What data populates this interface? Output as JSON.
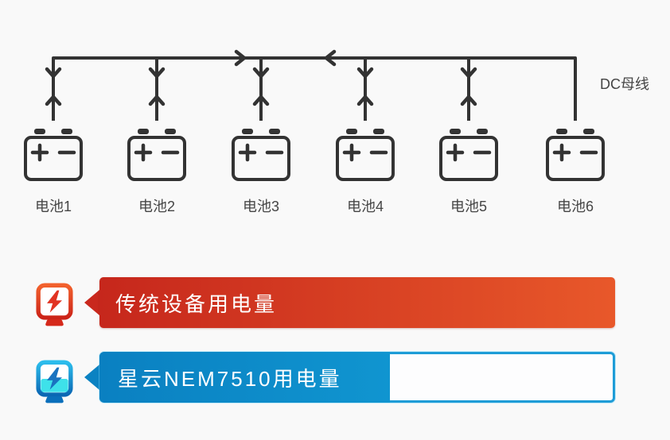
{
  "page": {
    "background": "#f9f9f9"
  },
  "diagram": {
    "bus_label": "DC母线",
    "line_color": "#333333",
    "batteries": [
      {
        "label": "电池1"
      },
      {
        "label": "电池2"
      },
      {
        "label": "电池3"
      },
      {
        "label": "电池4"
      },
      {
        "label": "电池5"
      },
      {
        "label": "电池6"
      }
    ]
  },
  "legend": {
    "traditional": {
      "label": "传统设备用电量",
      "icon": "lightning-monitor-icon-red",
      "bar_color_start": "#c6271c",
      "bar_color_end": "#e8582a",
      "fill_percent": 100
    },
    "nebula": {
      "label": "星云NEM7510用电量",
      "icon": "lightning-monitor-icon-blue",
      "bar_color_start": "#0a80c1",
      "bar_color_end": "#1095d0",
      "track_border_color": "#1e9cd7",
      "fill_percent": 56
    }
  }
}
